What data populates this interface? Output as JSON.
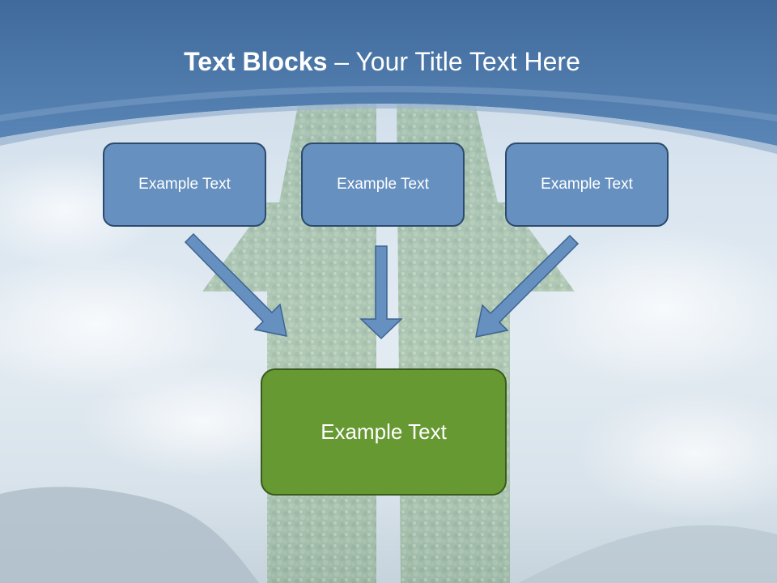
{
  "title": {
    "bold": "Text Blocks",
    "separator": " – ",
    "rest": "Your Title Text Here"
  },
  "blocks": [
    {
      "label": "Example Text"
    },
    {
      "label": "Example Text"
    },
    {
      "label": "Example Text"
    }
  ],
  "main_block": {
    "label": "Example Text"
  },
  "colors": {
    "header": "#4e77a8",
    "block_fill": "#6690bf",
    "block_border": "#2c4a6b",
    "main_fill": "#679932",
    "arrow_fill": "#6690bf"
  }
}
